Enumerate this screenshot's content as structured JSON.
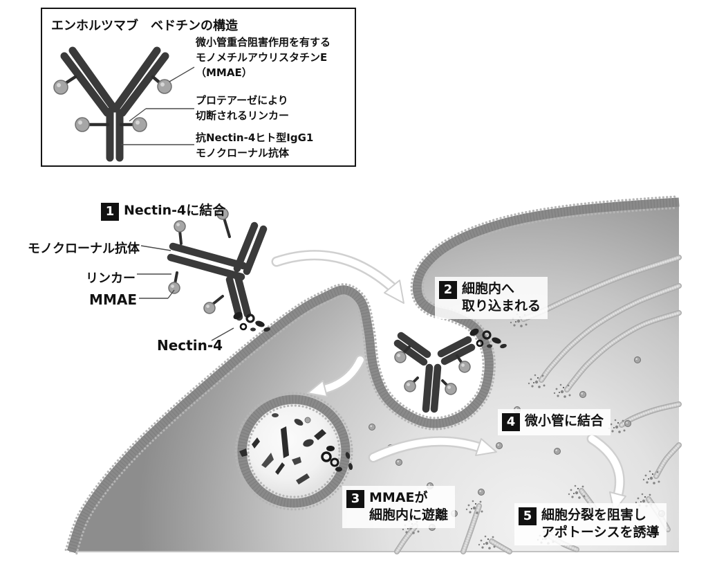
{
  "structure_box": {
    "title": "エンホルツマブ　ベドチンの構造",
    "annotations": [
      {
        "text": "微小管重合阻害作用を有する\nモノメチルアウリスタチンE\n（MMAE）"
      },
      {
        "text": "プロテアーゼにより\n切断されるリンカー"
      },
      {
        "text": "抗Nectin-4ヒト型IgG1\nモノクローナル抗体"
      }
    ]
  },
  "part_labels": {
    "monoclonal_antibody": "モノクローナル抗体",
    "linker": "リンカー",
    "mmae": "MMAE",
    "nectin4": "Nectin-4"
  },
  "steps": [
    {
      "num": "1",
      "text": "Nectin-4に結合"
    },
    {
      "num": "2",
      "text": "細胞内へ\n取り込まれる"
    },
    {
      "num": "3",
      "text": "MMAEが\n細胞内に遊離"
    },
    {
      "num": "4",
      "text": "微小管に結合"
    },
    {
      "num": "5",
      "text": "細胞分裂を阻害し\nアポトーシスを誘導"
    }
  ],
  "colors": {
    "antibody": "#3a3a3a",
    "antibody_stalk": "#2e2e2e",
    "mmae_sphere": "#a6a6a6",
    "mmae_sphere_edge": "#6f6f6f",
    "membrane_band": "#8a8a8a",
    "membrane_striation": "#707070",
    "membrane_beads": "#b5b5b5",
    "microtubule_base": "#a9a9a9",
    "microtubule_mid": "#c9c9c9",
    "microtubule_core": "#e2e2e2",
    "debris_dark": "#2c2c2c",
    "cell_dark": "#8d8d8d",
    "cell_light": "#f1f1f1",
    "vesicle_fill": "#f6f6f6",
    "arrow_fill": "#ffffff",
    "arrow_rim": "#cdcdcd",
    "connector_line": "#4a4a4a",
    "bottom_edge": "#c2c2c2",
    "step_square_bg": "#111111",
    "step_square_fg": "#ffffff",
    "text": "#111111"
  }
}
